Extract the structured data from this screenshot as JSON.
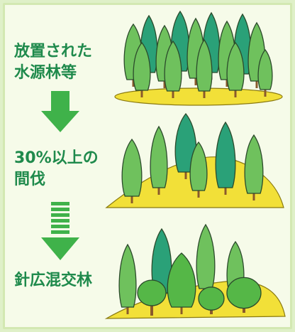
{
  "stages": [
    {
      "line1": "放置された",
      "line2": "水源林等"
    },
    {
      "line1": "30%以上の",
      "line2": "間伐"
    },
    {
      "line1": "針広混交林"
    }
  ],
  "colors": {
    "text_green": "#1f8a4c",
    "arrow_green": "#3fb24a",
    "ground_yellow": "#f2e038",
    "conifer_light": "#6fc15d",
    "conifer_dark": "#2aa178",
    "broadleaf": "#55b747",
    "trunk": "#8a5a2b"
  },
  "arrows": [
    "solid-down-arrow",
    "dashed-down-arrow"
  ]
}
